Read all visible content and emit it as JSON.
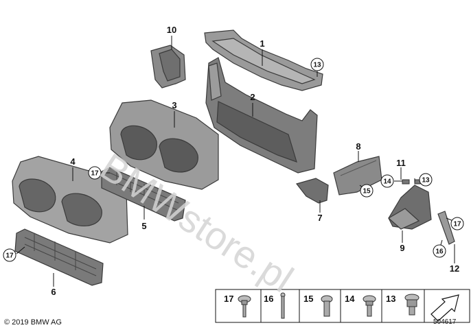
{
  "callouts": {
    "c1": "1",
    "c2": "2",
    "c3": "3",
    "c4": "4",
    "c5": "5",
    "c6": "6",
    "c7": "7",
    "c8": "8",
    "c9": "9",
    "c10": "10",
    "c11": "11",
    "c12": "12",
    "c13": "13",
    "c14": "14",
    "c15": "15",
    "c16": "16",
    "c17": "17"
  },
  "legend": {
    "items": [
      "17",
      "16",
      "15",
      "14",
      "13"
    ]
  },
  "footer": {
    "copyright": "© 2019 BMW AG",
    "diagram_id": "504617"
  },
  "watermark": "BMWstore.pl"
}
